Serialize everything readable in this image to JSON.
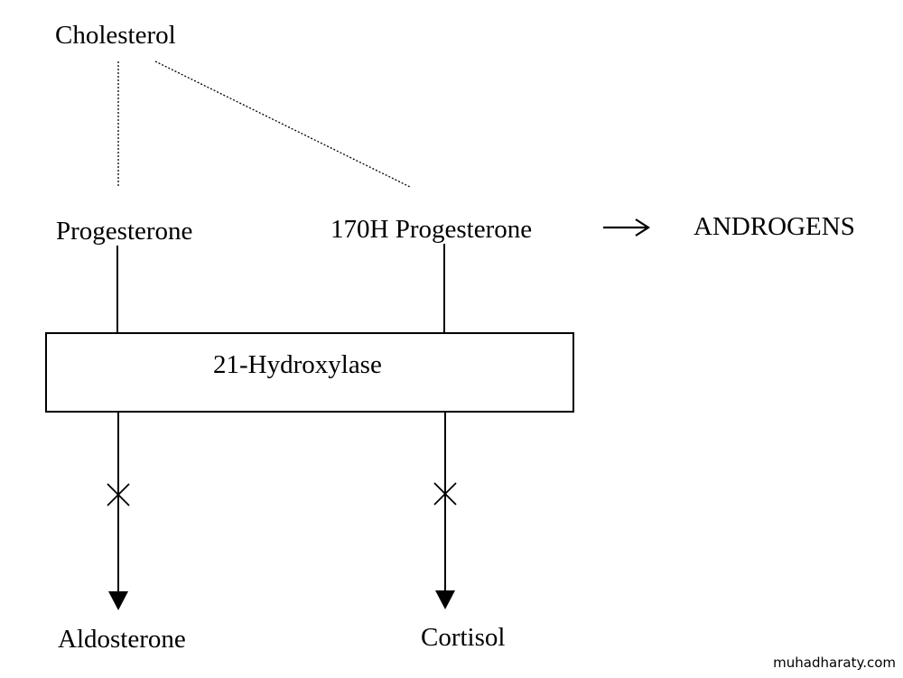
{
  "nodes": {
    "cholesterol": "Cholesterol",
    "progesterone": "Progesterone",
    "oh_progesterone": "170H Progesterone",
    "androgens": "ANDROGENS",
    "enzyme": "21-Hydroxylase",
    "aldosterone": "Aldosterone",
    "cortisol": "Cortisol"
  },
  "watermark": "muhadharaty.com"
}
